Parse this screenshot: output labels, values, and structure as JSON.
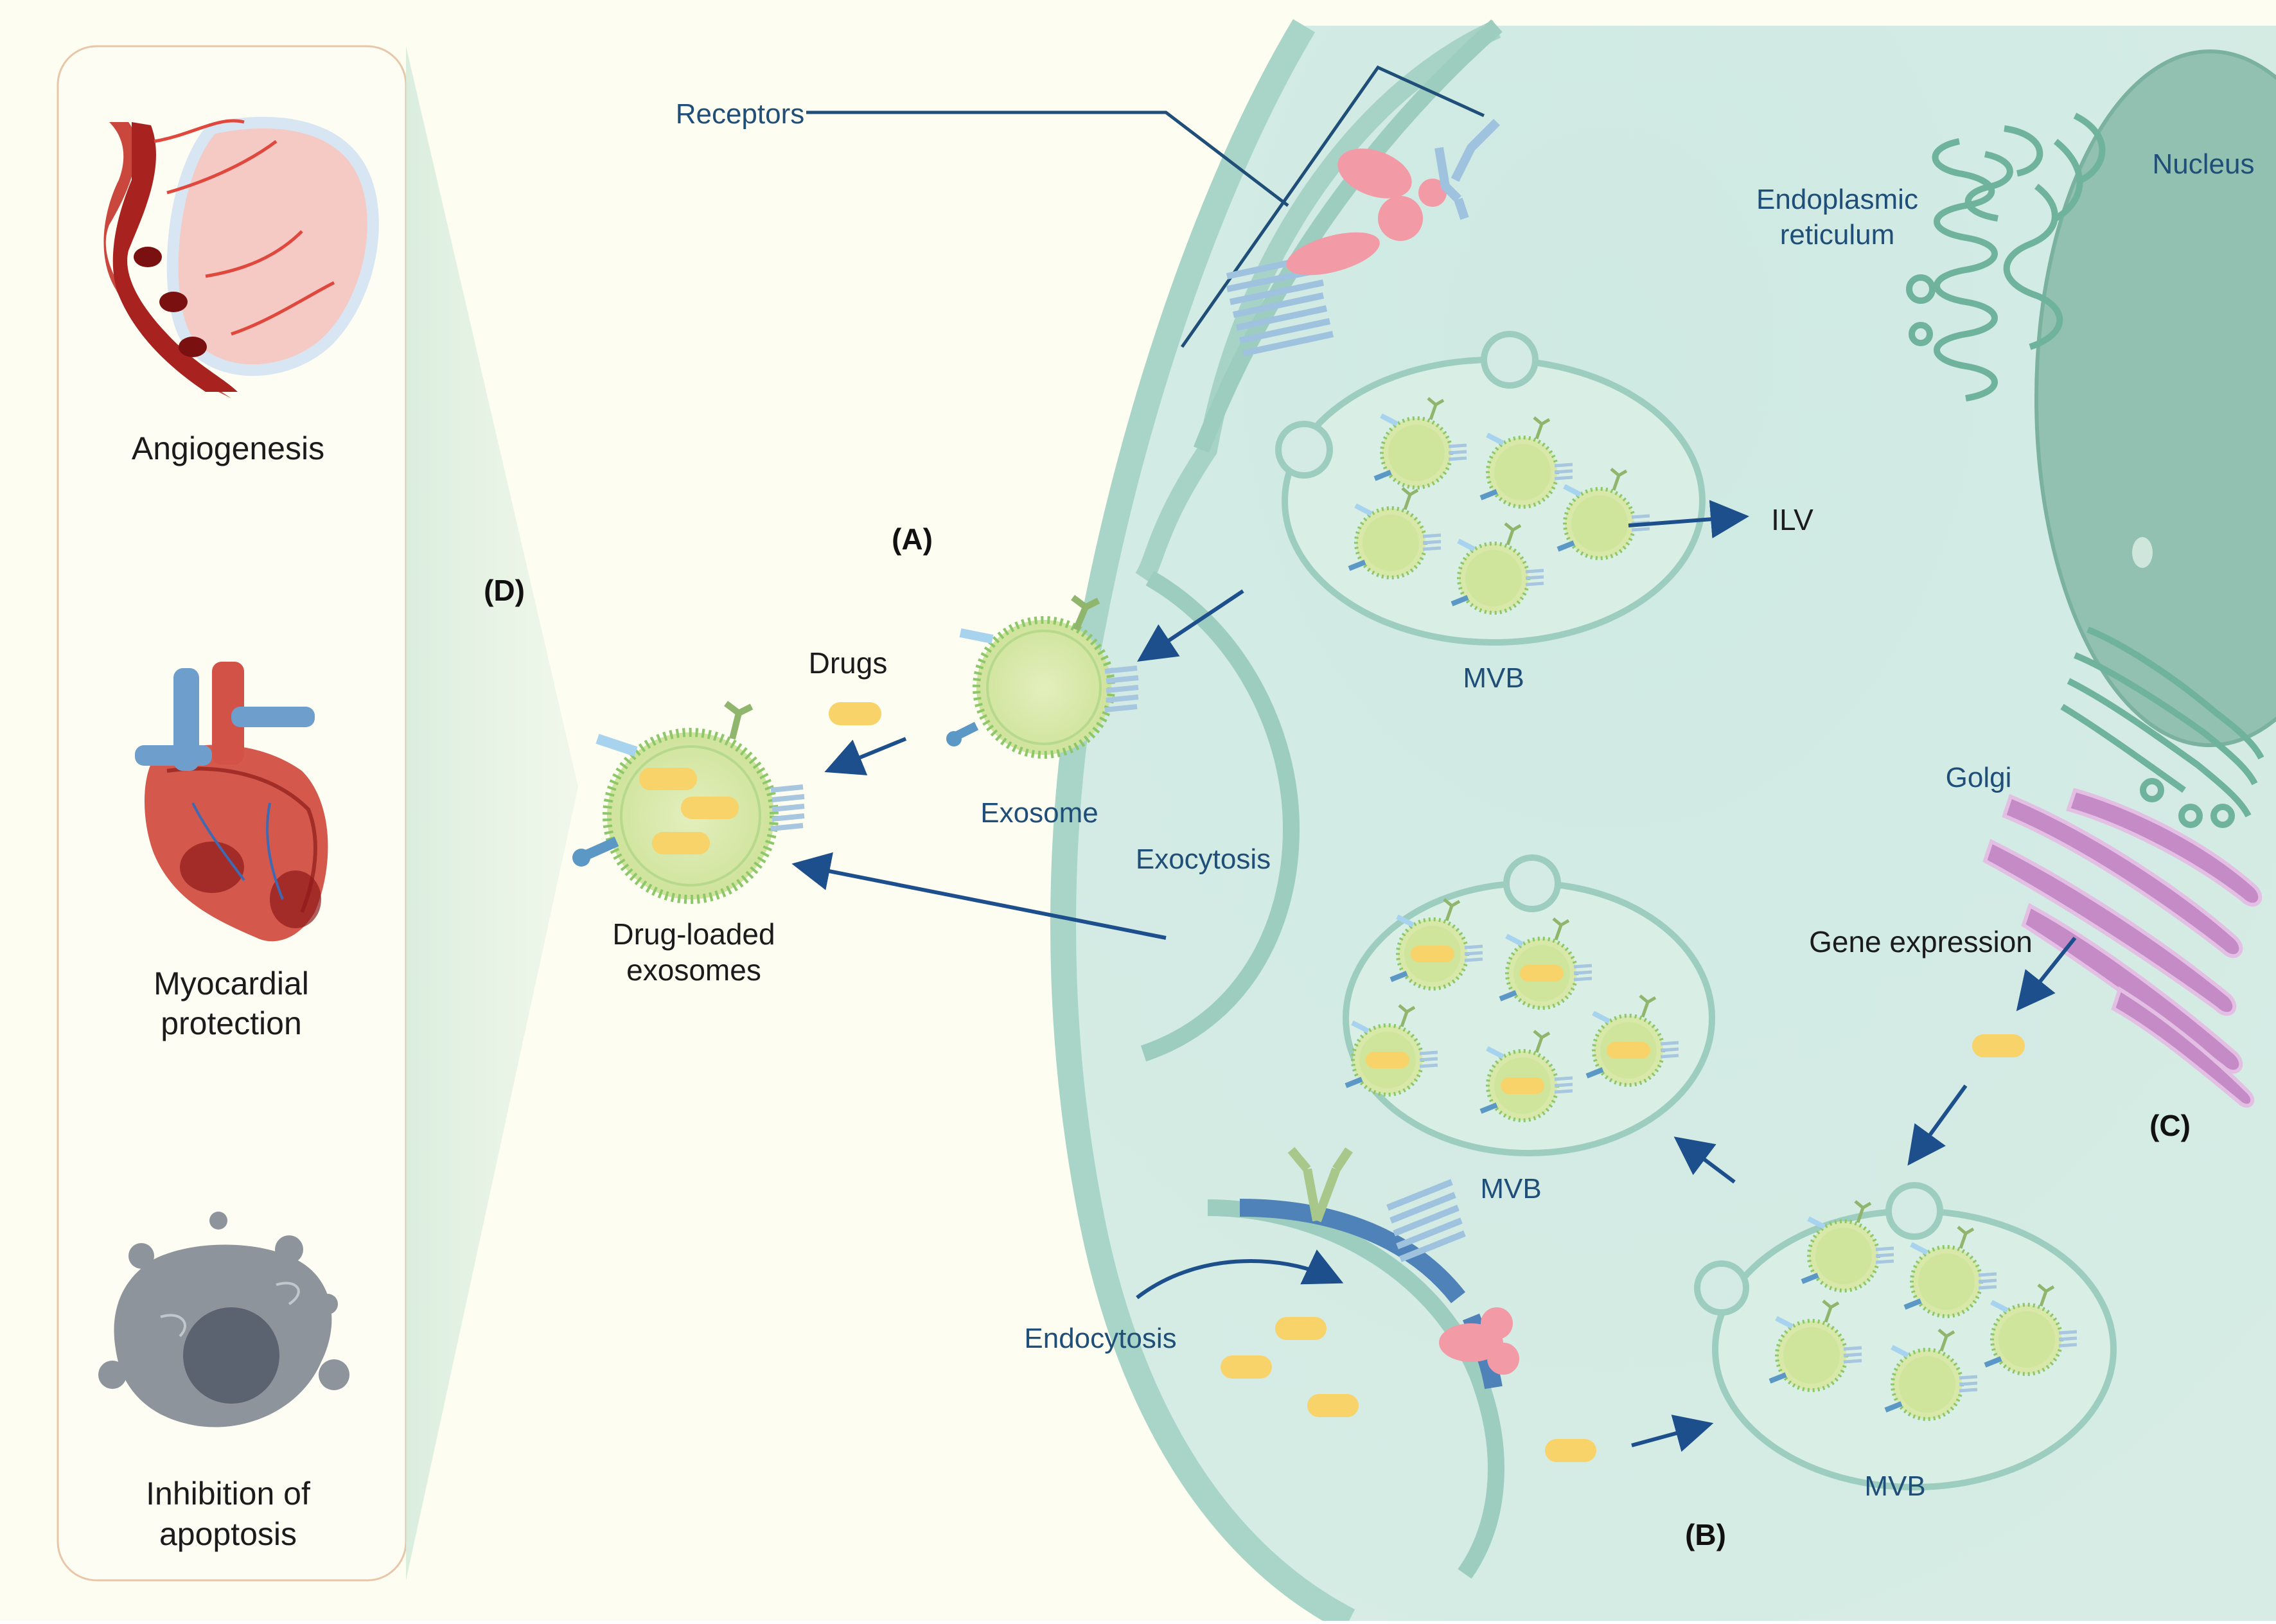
{
  "diagram": {
    "panel_left": {
      "items": [
        {
          "label": "Angiogenesis"
        },
        {
          "label_line1": "Myocardial",
          "label_line2": "protection"
        },
        {
          "label_line1": "Inhibition of",
          "label_line2": "apoptosis"
        }
      ]
    },
    "section_labels": {
      "A": "(A)",
      "B": "(B)",
      "C": "(C)",
      "D": "(D)"
    },
    "labels": {
      "receptors": "Receptors",
      "endoplasmic_line1": "Endoplasmic",
      "endoplasmic_line2": "reticulum",
      "nucleus": "Nucleus",
      "ilv": "ILV",
      "mvb_top": "MVB",
      "mvb_middle": "MVB",
      "mvb_bottom": "MVB",
      "drugs": "Drugs",
      "exosome": "Exosome",
      "exocytosis": "Exocytosis",
      "drug_loaded_line1": "Drug-loaded",
      "drug_loaded_line2": "exosomes",
      "golgi": "Golgi",
      "gene_expression": "Gene expression",
      "endocytosis": "Endocytosis"
    },
    "colors": {
      "background": "#fdfdf1",
      "cell": "#d3ebe4",
      "membrane": "#9ccdbf",
      "vesicle": "#d7e8a9",
      "vesicle_rim": "#8cc86a",
      "drug": "#f7d36a",
      "arrow": "#1d4f8c",
      "golgi": "#c58bc7",
      "nucleus": "#93c1b1"
    }
  }
}
